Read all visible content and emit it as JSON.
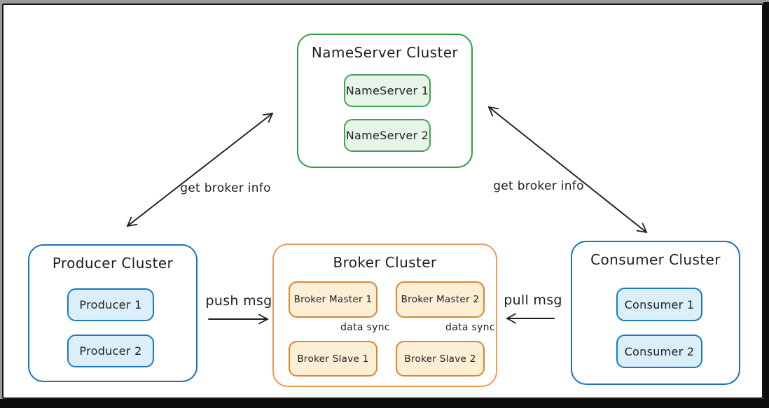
{
  "clusters": {
    "nameserver": {
      "title": "NameServer Cluster",
      "nodes": [
        {
          "label": "NameServer 1"
        },
        {
          "label": "NameServer 2"
        }
      ]
    },
    "producer": {
      "title": "Producer Cluster",
      "nodes": [
        {
          "label": "Producer 1"
        },
        {
          "label": "Producer 2"
        }
      ]
    },
    "broker": {
      "title": "Broker Cluster",
      "nodes": [
        {
          "label": "Broker Master 1"
        },
        {
          "label": "Broker Master 2"
        },
        {
          "label": "Broker Slave 1"
        },
        {
          "label": "Broker Slave 2"
        }
      ]
    },
    "consumer": {
      "title": "Consumer Cluster",
      "nodes": [
        {
          "label": "Consumer 1"
        },
        {
          "label": "Consumer 2"
        }
      ]
    }
  },
  "edges": {
    "producer_nameserver": {
      "label": "get broker info",
      "style": "double-arrow"
    },
    "nameserver_consumer": {
      "label": "get broker info",
      "style": "double-arrow"
    },
    "producer_broker": {
      "label": "push msg",
      "style": "arrow-right"
    },
    "consumer_broker": {
      "label": "pull msg",
      "style": "arrow-left"
    },
    "master1_slave1": {
      "label": "data sync",
      "style": "double-arrow-vertical"
    },
    "master2_slave2": {
      "label": "data sync",
      "style": "double-arrow-vertical"
    }
  },
  "colors": {
    "ink": "#1e1e1e",
    "green_stroke": "#2f9e44",
    "green_fill": "#e7f5e9",
    "blue_stroke": "#1971c2",
    "blue_fill": "#dbeffb",
    "orange_outer_stroke": "#f09b52",
    "orange_inner_stroke": "#e0832f",
    "yellow_fill": "#fbf0d5",
    "canvas": "#ffffff"
  }
}
